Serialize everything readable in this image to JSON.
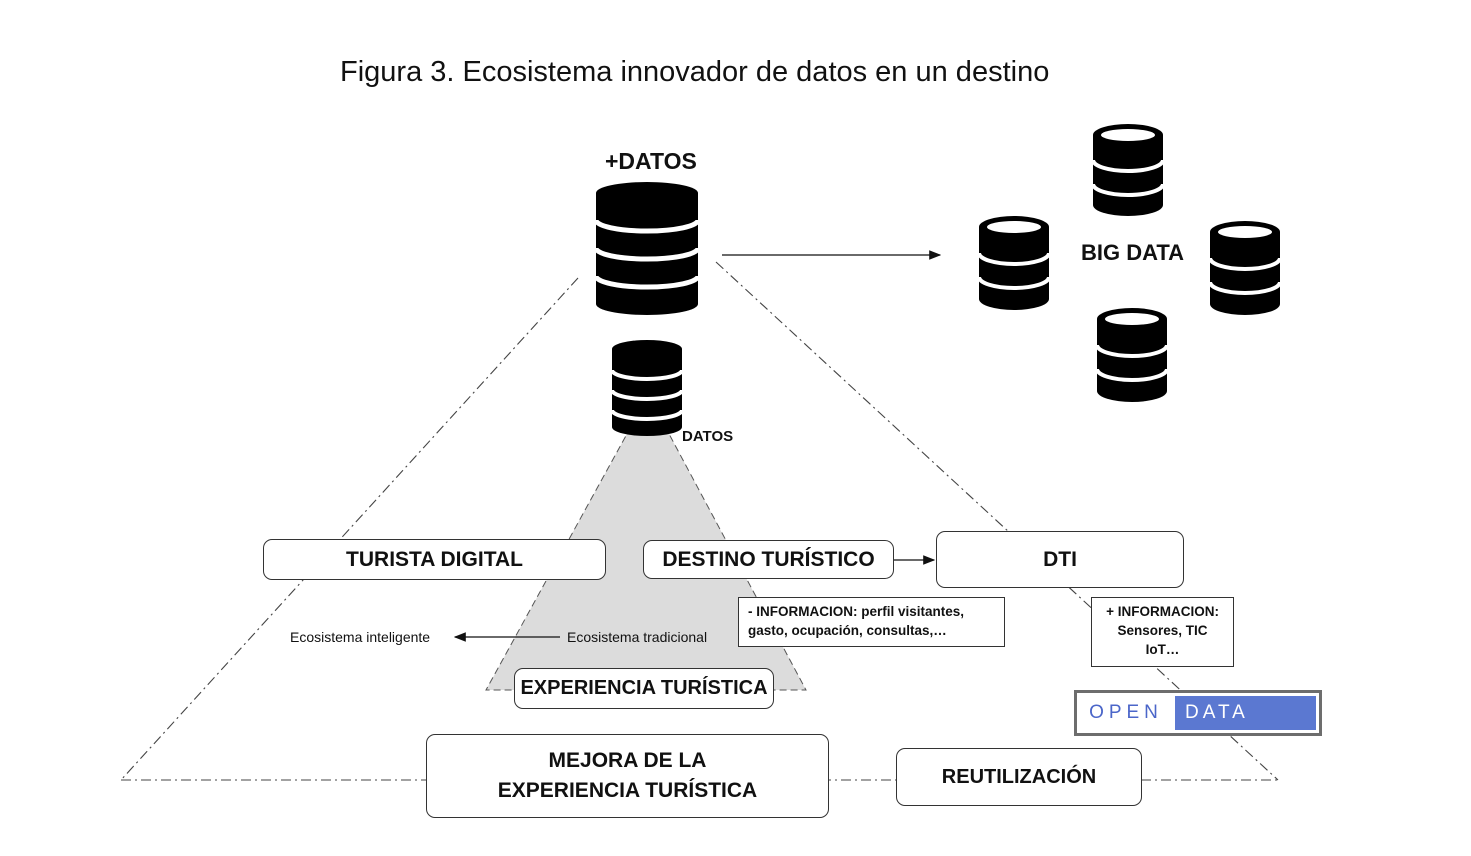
{
  "title": "Figura 3. Ecosistema innovador de datos en un destino",
  "labels": {
    "mas_datos": "+DATOS",
    "datos": "DATOS",
    "big_data": "BIG DATA"
  },
  "boxes": {
    "turista_digital": "TURISTA DIGITAL",
    "destino_turistico": "DESTINO TURÍSTICO",
    "dti": "DTI",
    "experiencia_turistica": "EXPERIENCIA TURÍSTICA",
    "mejora_line1": "MEJORA DE LA",
    "mejora_line2": "EXPERIENCIA TURÍSTICA",
    "reutilizacion": "REUTILIZACIÓN"
  },
  "notes": {
    "menos_informacion": [
      "- INFORMACION: perfil visitantes,",
      "gasto, ocupación, consultas,…"
    ],
    "mas_informacion": [
      "+ INFORMACION:",
      "Sensores, TIC",
      "IoT…"
    ]
  },
  "ecosystem": {
    "inteligente": "Ecosistema inteligente",
    "tradicional": "Ecosistema tradicional"
  },
  "open_data": {
    "open": "OPEN",
    "data": "DATA"
  },
  "colors": {
    "database": "#000000",
    "funnel_fill": "#dcdcdc",
    "open_data_text": "#4b66c9",
    "open_data_fill": "#5b78d1",
    "open_data_border": "#6d6d6d"
  }
}
